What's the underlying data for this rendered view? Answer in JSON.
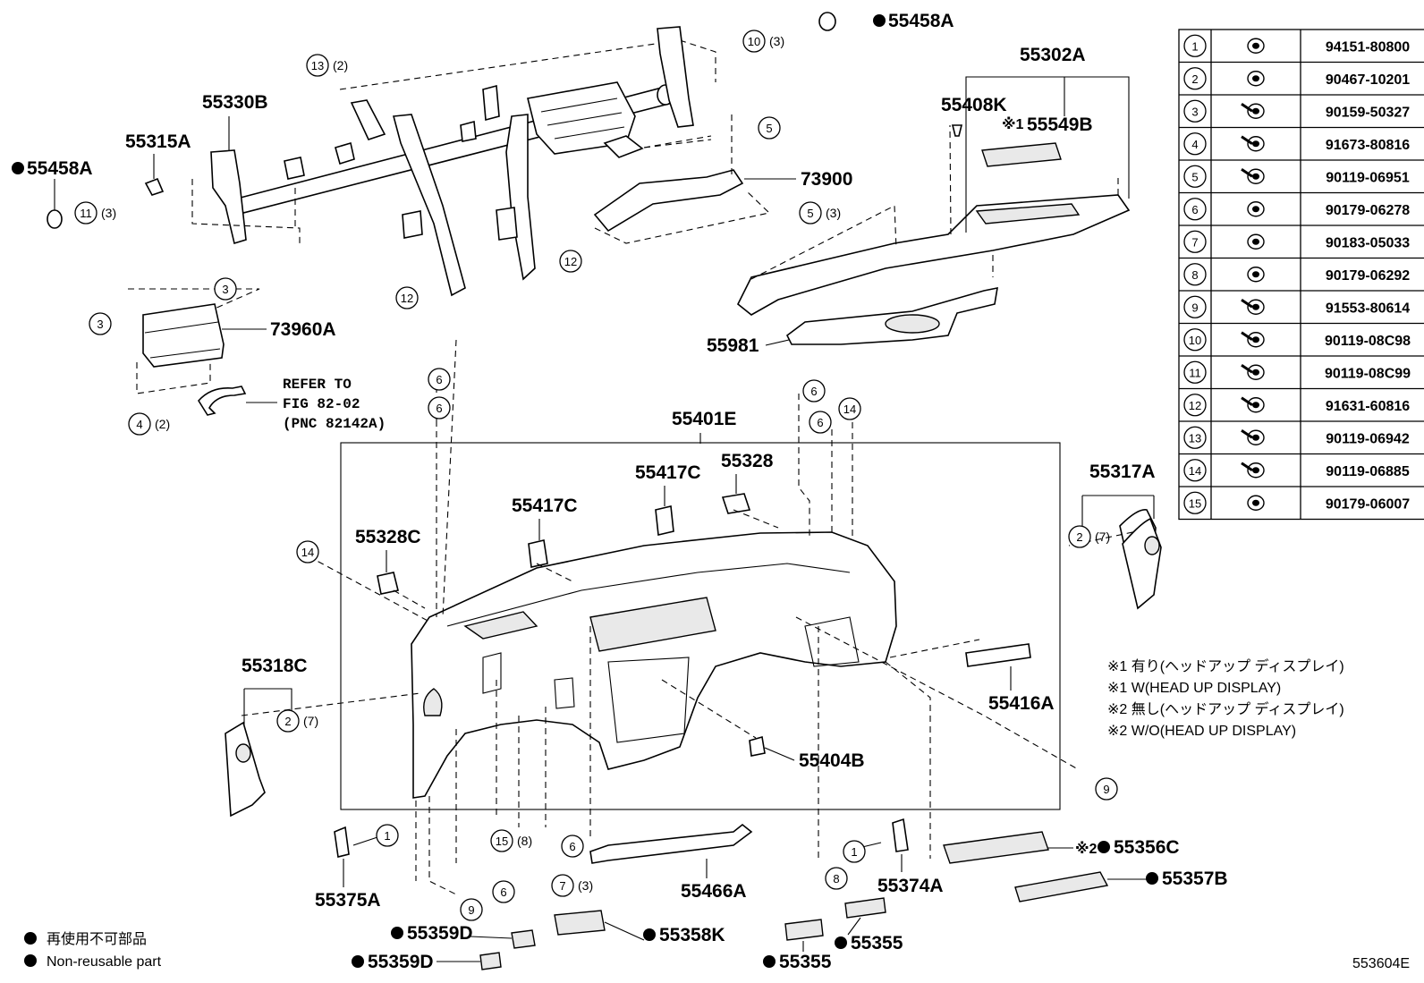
{
  "callouts": {
    "c_55458A_top": "55458A",
    "c_55302A": "55302A",
    "c_55408K": "55408K",
    "c_55549B_mark": "※1",
    "c_55549B": "55549B",
    "c_55330B": "55330B",
    "c_55315A": "55315A",
    "c_55458A_left": "55458A",
    "c_73900": "73900",
    "c_73960A": "73960A",
    "c_55981": "55981",
    "c_55401E": "55401E",
    "c_55417C_a": "55417C",
    "c_55328": "55328",
    "c_55417C_b": "55417C",
    "c_55328C": "55328C",
    "c_55317A": "55317A",
    "c_55318C": "55318C",
    "c_55416A": "55416A",
    "c_55404B": "55404B",
    "c_55466A": "55466A",
    "c_55374A": "55374A",
    "c_55375A": "55375A",
    "c_55356C_mark": "※2",
    "c_55356C": "55356C",
    "c_55357B": "55357B",
    "c_55359D_a": "55359D",
    "c_55358K": "55358K",
    "c_55355_a": "55355",
    "c_55359D_b": "55359D",
    "c_55355_b": "55355"
  },
  "refer": {
    "line1": "REFER TO",
    "line2": "FIG 82-02",
    "line3": "(PNC 82142A)"
  },
  "qty": {
    "q13": "(2)",
    "q10": "(3)",
    "q11": "(3)",
    "q5": "(3)",
    "q4": "(2)",
    "q2a": "(7)",
    "q2b": "(7)",
    "q15": "(8)",
    "q7": "(3)"
  },
  "markers": {
    "m13": "13",
    "m10": "10",
    "m5a": "5",
    "m11": "11",
    "m5b": "5",
    "m12a": "12",
    "m12b": "12",
    "m3a": "3",
    "m3b": "3",
    "m4": "4",
    "m6a": "6",
    "m6b": "6",
    "m6c": "6",
    "m6d": "6",
    "m14a": "14",
    "m14b": "14",
    "m2a": "2",
    "m2b": "2",
    "m9a": "9",
    "m1a": "1",
    "m15": "15",
    "m6e": "6",
    "m7": "7",
    "m8": "8",
    "m1b": "1",
    "m6f": "6",
    "m9b": "9"
  },
  "fastener_table": [
    {
      "no": "1",
      "part": "94151-80800"
    },
    {
      "no": "2",
      "part": "90467-10201"
    },
    {
      "no": "3",
      "part": "90159-50327"
    },
    {
      "no": "4",
      "part": "91673-80816"
    },
    {
      "no": "5",
      "part": "90119-06951"
    },
    {
      "no": "6",
      "part": "90179-06278"
    },
    {
      "no": "7",
      "part": "90183-05033"
    },
    {
      "no": "8",
      "part": "90179-06292"
    },
    {
      "no": "9",
      "part": "91553-80614"
    },
    {
      "no": "10",
      "part": "90119-08C98"
    },
    {
      "no": "11",
      "part": "90119-08C99"
    },
    {
      "no": "12",
      "part": "91631-60816"
    },
    {
      "no": "13",
      "part": "90119-06942"
    },
    {
      "no": "14",
      "part": "90119-06885"
    },
    {
      "no": "15",
      "part": "90179-06007"
    }
  ],
  "notes": [
    "※1 有り(ヘッドアップ ディスプレイ)",
    "※1 W(HEAD UP DISPLAY)",
    "※2 無し(ヘッドアップ ディスプレイ)",
    "※2 W/O(HEAD UP DISPLAY)"
  ],
  "legend": {
    "line1": "再使用不可部品",
    "line2": "Non-reusable part"
  },
  "figure_id": "553604E"
}
